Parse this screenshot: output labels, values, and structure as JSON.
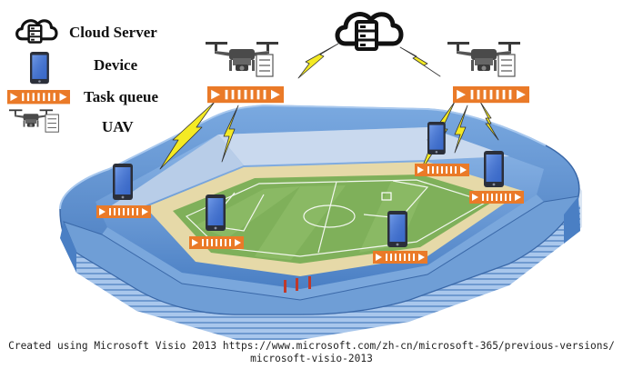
{
  "legend": {
    "cloud_server": "Cloud Server",
    "device": "Device",
    "task_queue": "Task queue",
    "uav": "UAV"
  },
  "caption": {
    "line1": "Created using Microsoft Visio 2013 https://www.microsoft.com/zh-cn/microsoft-365/previous-versions/",
    "line2": "microsoft-visio-2013"
  },
  "colors": {
    "queue_orange": "#ea7a28",
    "lightning_yellow": "#f4ea24",
    "device_blue": "#3e6fd0",
    "stadium_blue": "#5e95d8",
    "field_green": "#7fb05a"
  },
  "icons": [
    "cloud-server-icon",
    "phone-icon",
    "task-queue-icon",
    "drone-icon",
    "lightning-icon",
    "stadium-illustration"
  ]
}
